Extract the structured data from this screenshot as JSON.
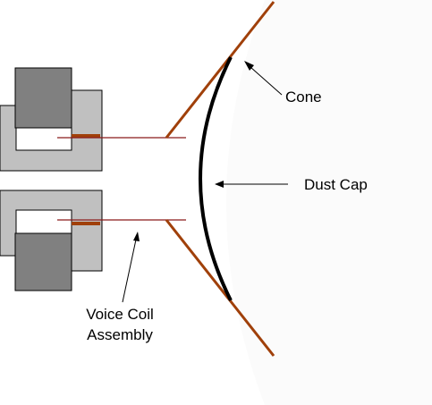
{
  "labels": {
    "cone": "Cone",
    "dust_cap": "Dust Cap",
    "voice_coil_line1": "Voice Coil",
    "voice_coil_line2": "Assembly"
  },
  "colors": {
    "background": "#ffffff",
    "surround": "#fbfbfb",
    "magnet_dark": "#808080",
    "pole_light": "#c0c0c0",
    "outline": "#000000",
    "cone": "#a0400a",
    "coil_wire": "#8b1a1a",
    "dust_cap": "#000000"
  }
}
